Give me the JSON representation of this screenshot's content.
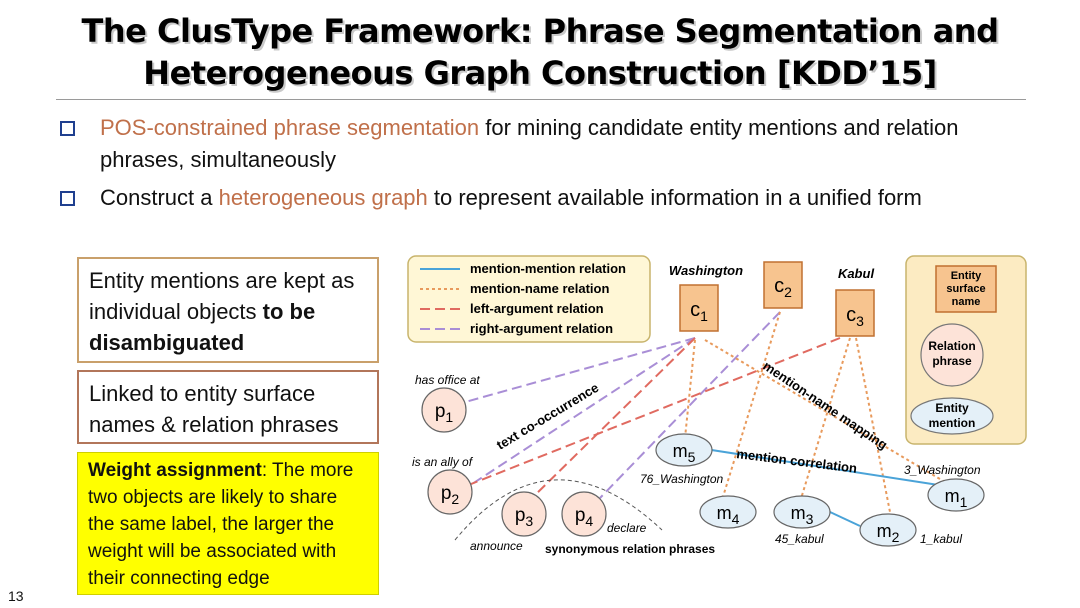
{
  "title": {
    "line1": "The ClusType Framework: Phrase Segmentation and",
    "line2": "Heterogeneous Graph Construction [KDD’15]"
  },
  "bullets": [
    {
      "highlight": "POS-constrained phrase segmentation",
      "rest": " for mining candidate entity mentions and relation phrases, simultaneously"
    },
    {
      "pre": "Construct a ",
      "highlight": "heterogeneous graph",
      "rest": " to represent available information in a unified form"
    }
  ],
  "left_boxes": {
    "box1": {
      "text": "Entity mentions are kept as individual objects ",
      "bold": "to be disambiguated"
    },
    "box2": {
      "text": "Linked to entity surface names & relation phrases"
    },
    "box3": {
      "bold": "Weight assignment",
      "text": ": The more two objects are likely to share the same label, the larger the weight will be associated with their connecting edge"
    }
  },
  "legend": {
    "items": [
      "mention-mention relation",
      "mention-name relation",
      "left-argument relation",
      "right-argument relation"
    ]
  },
  "key": {
    "entity_surface_name": [
      "Entity",
      "surface",
      "name"
    ],
    "relation_phrase": [
      "Relation",
      "phrase"
    ],
    "entity_mention": [
      "Entity",
      "mention"
    ]
  },
  "nodes": {
    "c1": "c1",
    "c2": "c2",
    "c3": "c3",
    "p1": "p1",
    "p2": "p2",
    "p3": "p3",
    "p4": "p4",
    "m1": "m1",
    "m2": "m2",
    "m3": "m3",
    "m4": "m4",
    "m5": "m5"
  },
  "labels": {
    "washington": "Washington",
    "kabul": "Kabul",
    "has_office_at": "has office at",
    "is_an_ally_of": "is an ally of",
    "announce": "announce",
    "declare": "declare",
    "synonymous": "synonymous relation phrases",
    "text_cooccurrence": "text co-occurrence",
    "mention_name_mapping": "mention-name mapping",
    "mention_correlation": "mention correlation",
    "m5_label": "76_Washington",
    "m1_label": "3_Washington",
    "m3_label": "45_kabul",
    "m2_label": "1_kabul"
  },
  "slide_number": "13",
  "colors": {
    "highlight": "#c0704a",
    "mention_mention": "#4aa3d8",
    "mention_name": "#e89a5c",
    "left_argument": "#e06a60",
    "right_argument": "#a98ed6",
    "entity_box": "#f7c48f",
    "node_fill": "#fde3d8",
    "mention_fill": "#e4f0f8",
    "legend_fill": "#fff7d6",
    "key_fill": "#fcebc2"
  }
}
